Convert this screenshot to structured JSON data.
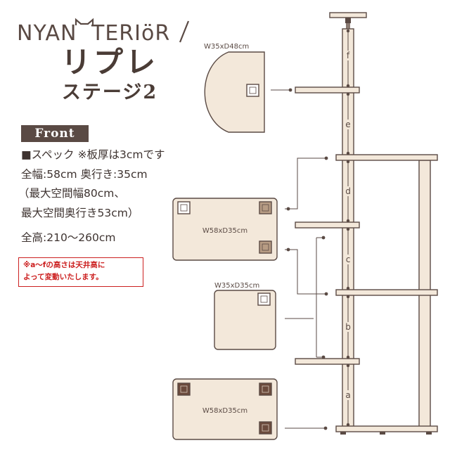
{
  "brand": {
    "name_left": "NYAN",
    "name_right": "TERIöR"
  },
  "title": {
    "main": "リプレ",
    "sub": "ステージ2"
  },
  "view": {
    "label": "Front"
  },
  "spec": {
    "heading": "■スペック ※板厚は3cmです",
    "width": "全幅:58cm 奥行き:35cm",
    "max_line1": "（最大空間幅80cm、",
    "max_line2": "最大空間奥行き53cm）",
    "height": "全高:210〜260cm"
  },
  "note": {
    "line1": "※a〜fの高さは天井高に",
    "line2": "よって変動いたします。"
  },
  "shelves": {
    "top": "W35xD48cm",
    "upper": "W58xD35cm",
    "middle": "W35xD35cm",
    "bottom": "W58xD35cm"
  },
  "segments": {
    "a": "a",
    "b": "b",
    "c": "c",
    "d": "d",
    "e": "e",
    "f": "f"
  },
  "colors": {
    "wood": "#f3e8da",
    "outline": "#5a4a44",
    "dark_square": "#6b4a3c",
    "tan_square": "#b79c84",
    "note_red": "#cc2020"
  }
}
